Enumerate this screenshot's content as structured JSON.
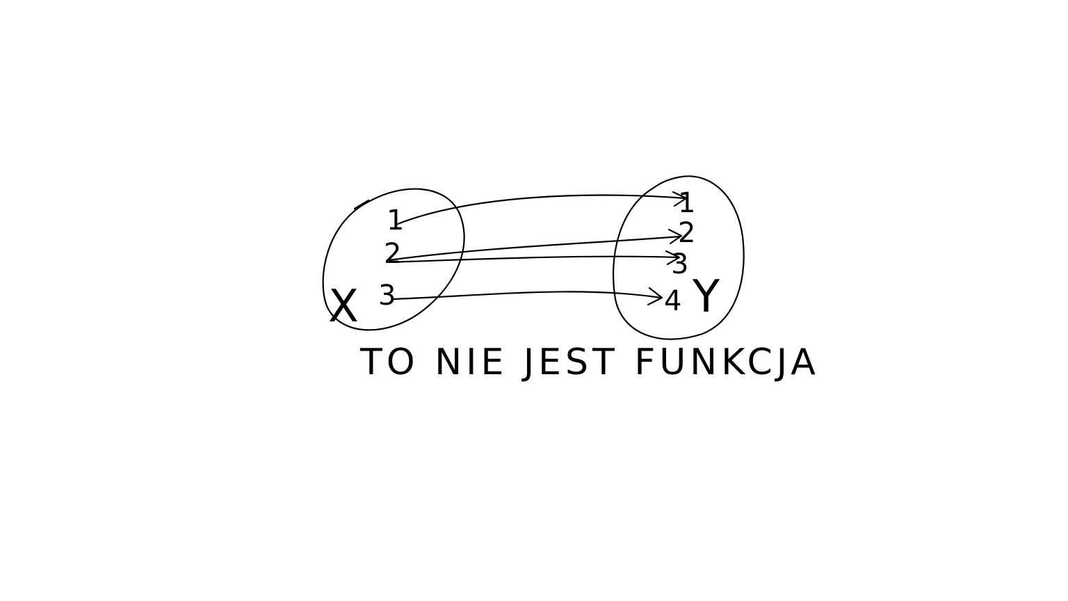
{
  "diagram": {
    "domain_set": {
      "label": "X",
      "elements": [
        "1",
        "2",
        "3"
      ]
    },
    "codomain_set": {
      "label": "Y",
      "elements": [
        "1",
        "2",
        "3",
        "4"
      ]
    },
    "mappings": [
      {
        "from": "1",
        "to": "1"
      },
      {
        "from": "2",
        "to": "2"
      },
      {
        "from": "2",
        "to": "3"
      },
      {
        "from": "3",
        "to": "4"
      }
    ],
    "caption": "TO NIE JEST FUNKCJA",
    "ink_color": "#000000",
    "background_color": "#ffffff"
  }
}
